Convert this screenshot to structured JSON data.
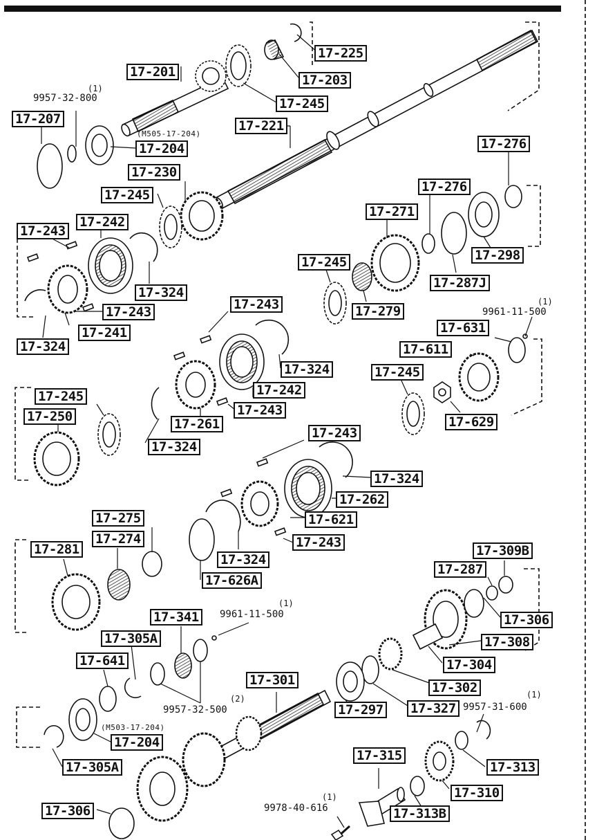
{
  "labels": {
    "p17225": "17-225",
    "p17203": "17-203",
    "p17201": "17-201",
    "p17245a": "17-245",
    "p995732800": "9957-32-800",
    "q995732800": "(1)",
    "p17207": "17-207",
    "p17221": "17-221",
    "pM505": "(M505-17-204)",
    "p17204a": "17-204",
    "p17276a": "17-276",
    "p17230": "17-230",
    "p17245b": "17-245",
    "p17276b": "17-276",
    "p17243a": "17-243",
    "p17242a": "17-242",
    "p17271": "17-271",
    "p17298": "17-298",
    "p17324a": "17-324",
    "p17245c": "17-245",
    "p17287J": "17-287J",
    "p17243b": "17-243",
    "p17279": "17-279",
    "p17324b": "17-324",
    "p17241": "17-241",
    "p17243c": "17-243",
    "q996111500a": "(1)",
    "p996111500a": "9961-11-500",
    "p17631": "17-631",
    "p17611": "17-611",
    "p17324c": "17-324",
    "p17245d": "17-245",
    "p17242b": "17-242",
    "p17245e": "17-245",
    "p17629": "17-629",
    "p17243d": "17-243",
    "p17250": "17-250",
    "p17261": "17-261",
    "p17324d": "17-324",
    "p17243e": "17-243",
    "p17324e": "17-324",
    "p17262": "17-262",
    "p17275": "17-275",
    "p17621": "17-621",
    "p17274": "17-274",
    "p17243f": "17-243",
    "p17281": "17-281",
    "p17309B": "17-309B",
    "p17324f": "17-324",
    "p17626A": "17-626A",
    "p17287": "17-287",
    "q996111500b": "(1)",
    "p996111500b": "9961-11-500",
    "p17341": "17-341",
    "p17306a": "17-306",
    "p17305Aa": "17-305A",
    "p17308": "17-308",
    "p17641": "17-641",
    "p17304": "17-304",
    "p17301": "17-301",
    "p17302": "17-302",
    "q995732500": "(2)",
    "p995732500": "9957-32-500",
    "p17297": "17-297",
    "p17327": "17-327",
    "q995731600": "(1)",
    "p995731600": "9957-31-600",
    "pM503": "(M503-17-204)",
    "p17204b": "17-204",
    "p17313": "17-313",
    "p17305Ab": "17-305A",
    "p17315": "17-315",
    "p17310": "17-310",
    "p17306b": "17-306",
    "q997840616": "(1)",
    "p997840616": "9978-40-616",
    "p17313B": "17-313B"
  }
}
